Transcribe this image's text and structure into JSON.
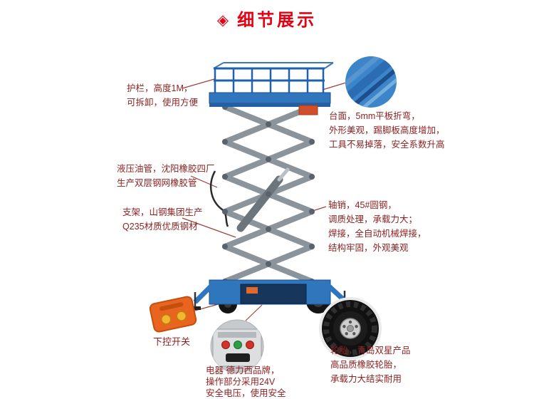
{
  "header": {
    "title": "细节展示",
    "diamond_icon": "◈",
    "title_color": "#e60012"
  },
  "annotations": {
    "guardrail": {
      "lines": [
        "护栏，高度1M，",
        "可拆卸，使用方便"
      ]
    },
    "platform": {
      "lines": [
        "台面，5mm平板折弯，",
        "外形美观，踢脚板高度增加，",
        "工具不易掉落，安全系数升高"
      ]
    },
    "hydraulic_hose": {
      "lines": [
        "液压油管，沈阳橡胶四厂",
        "生产双层钢网橡胶管"
      ]
    },
    "support_frame": {
      "lines": [
        "支架，山钢集团生产",
        "Q235材质优质钢材"
      ]
    },
    "axle_pin": {
      "lines": [
        "轴销，45#圆钢，",
        "调质处理，承载力大；",
        "焊接，全自动机械焊接，",
        "结构牢固，外观美观"
      ]
    },
    "lower_control_switch": {
      "lines": [
        "下控开关"
      ]
    },
    "electrical": {
      "lines": [
        "电器 德力西品牌，",
        "操作部分采用24V",
        "安全电压，使用安全"
      ]
    },
    "tires": {
      "lines": [
        "轮胎，青岛双星产品",
        "高品质橡胶轮胎，",
        "承载力大结实耐用"
      ]
    }
  },
  "colors": {
    "title_red": "#e60012",
    "annotation_text": "#8c1f1f",
    "machine_blue": "#2f76bd",
    "scissor_gray": "#8b949b",
    "remote_orange": "#e8641f",
    "tire_black": "#141414",
    "leader_line": "#a04040"
  }
}
